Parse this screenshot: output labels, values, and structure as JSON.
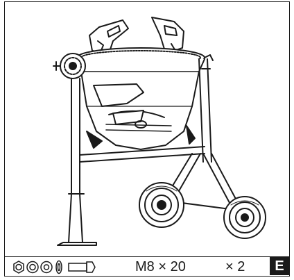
{
  "footer": {
    "hardware_icons": [
      "hex-nut-icon",
      "spring-washer-icon",
      "flat-washer-icon",
      "washer-side-icon",
      "bolt-icon"
    ],
    "bolt_spec": "M8 × 20",
    "quantity": "× 2",
    "section_badge": "E"
  },
  "colors": {
    "line": "#1a1a1a",
    "background": "#ffffff"
  }
}
